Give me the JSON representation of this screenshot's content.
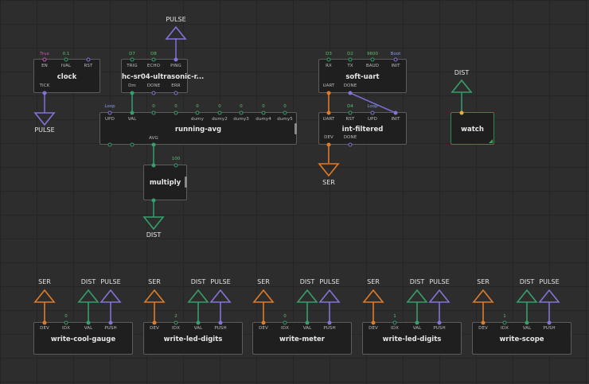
{
  "colors": {
    "green": "#35a06a",
    "purple": "#8473d8",
    "orange": "#e07b28",
    "pink": "#c45ab3",
    "yellow": "#d8b43a",
    "value_green": "#5cc16a",
    "value_blue": "#7f9de8",
    "wire_green": "#2f9a6a",
    "wire_purple": "#7a6bd0",
    "wire_orange": "#e07b28"
  },
  "terminals": {
    "pulse_top": "PULSE",
    "pulse_left": "PULSE",
    "dist_left": "DIST",
    "ser_mid": "SER",
    "dist_watch": "DIST"
  },
  "nodes": {
    "clock": {
      "title": "clock",
      "pins_top": [
        {
          "label": "EN",
          "value": "True"
        },
        {
          "label": "IVAL",
          "value": "0.1"
        },
        {
          "label": "RST",
          "value": ""
        }
      ],
      "pins_bottom": [
        "TICK"
      ]
    },
    "hcsr04": {
      "title": "hc-sr04-ultrasonic-r...",
      "pins_top": [
        {
          "label": "TRIG",
          "value": "D7"
        },
        {
          "label": "ECHO",
          "value": "D8"
        },
        {
          "label": "PING",
          "value": ""
        }
      ],
      "pins_bottom": [
        "Dm",
        "DONE",
        "ERR"
      ]
    },
    "running_avg": {
      "title": "running-avg",
      "pins_top": [
        {
          "label": "UPD",
          "value": "Loop"
        },
        {
          "label": "VAL",
          "value": ""
        },
        {
          "label": "",
          "value": "0"
        },
        {
          "label": "",
          "value": "0"
        },
        {
          "label": "dumy",
          "value": "0"
        },
        {
          "label": "dumy2",
          "value": "0"
        },
        {
          "label": "dumy3",
          "value": "0"
        },
        {
          "label": "dumy4",
          "value": "0"
        },
        {
          "label": "dumy5",
          "value": "0"
        }
      ],
      "pins_bottom": [
        "AVG"
      ]
    },
    "multiply": {
      "title": "multiply",
      "pins_top": [
        {
          "label": "",
          "value": ""
        },
        {
          "label": "",
          "value": "100"
        }
      ]
    },
    "soft_uart": {
      "title": "soft-uart",
      "pins_top": [
        {
          "label": "RX",
          "value": "D3"
        },
        {
          "label": "TX",
          "value": "D2"
        },
        {
          "label": "BAUD",
          "value": "9600"
        },
        {
          "label": "INIT",
          "value": "Boot"
        }
      ],
      "pins_bottom": [
        "UART",
        "DONE"
      ]
    },
    "int_filtered": {
      "title": "int-filtered",
      "pins_top": [
        {
          "label": "UART",
          "value": ""
        },
        {
          "label": "RST",
          "value": "D4"
        },
        {
          "label": "UPD",
          "value": "Loop"
        },
        {
          "label": "INIT",
          "value": ""
        }
      ],
      "pins_bottom": [
        "DEV",
        "DONE"
      ],
      "ser_label": "SER"
    },
    "watch": {
      "title": "watch"
    }
  },
  "write_nodes": [
    {
      "title": "write-cool-gauge",
      "idx": "0",
      "ser": "SER",
      "dist": "DIST",
      "pulse": "PULSE",
      "pins": [
        "DEV",
        "IDX",
        "VAL",
        "PUSH"
      ]
    },
    {
      "title": "write-led-digits",
      "idx": "2",
      "ser": "SER",
      "dist": "DIST",
      "pulse": "PULSE",
      "pins": [
        "DEV",
        "IDX",
        "VAL",
        "PUSH"
      ]
    },
    {
      "title": "write-meter",
      "idx": "0",
      "ser": "SER",
      "dist": "DIST",
      "pulse": "PULSE",
      "pins": [
        "DEV",
        "IDX",
        "VAL",
        "PUSH"
      ]
    },
    {
      "title": "write-led-digits",
      "idx": "1",
      "ser": "SER",
      "dist": "DIST",
      "pulse": "PULSE",
      "pins": [
        "DEV",
        "IDX",
        "VAL",
        "PUSH"
      ]
    },
    {
      "title": "write-scope",
      "idx": "1",
      "ser": "SER",
      "dist": "DIST",
      "pulse": "PULSE",
      "pins": [
        "DEV",
        "IDX",
        "VAL",
        "PUSH"
      ]
    }
  ]
}
